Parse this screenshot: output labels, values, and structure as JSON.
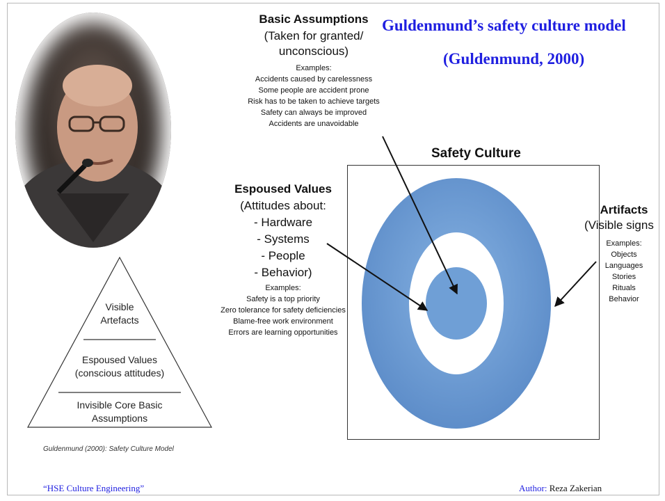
{
  "slide": {
    "title_line1": "Guldenmund’s safety culture model",
    "title_line2": "(Guldenmund, 2000)"
  },
  "photo": {
    "alt": ""
  },
  "pyramid": {
    "top": "Visible\nArtefacts",
    "middle": "Espoused Values\n(conscious attitudes)",
    "bottom": "Invisible Core Basic\nAssumptions",
    "caption": "Guldenmund (2000): Safety Culture Model"
  },
  "basic_assumptions": {
    "heading": "Basic Assumptions",
    "sub1": "(Taken for granted/",
    "sub2": "unconscious)",
    "examples_label": "Examples:",
    "examples": [
      "Accidents caused by carelessness",
      "Some people are accident prone",
      "Risk has to be taken to achieve targets",
      "Safety can always be improved",
      "Accidents are unavoidable"
    ]
  },
  "espoused_values": {
    "heading": "Espoused Values",
    "lines": [
      "(Attitudes about:",
      "- Hardware",
      "- Systems",
      "- People",
      "- Behavior)"
    ],
    "examples_label": "Examples:",
    "examples": [
      "Safety is a top priority",
      "Zero tolerance for safety deficiencies",
      "Blame-free work environment",
      "Errors are learning opportunities"
    ]
  },
  "artifacts": {
    "heading": "Artifacts",
    "sub": "(Visible signs",
    "examples_label": "Examples:",
    "examples": [
      "Objects",
      "Languages",
      "Stories",
      "Rituals",
      "Behavior"
    ]
  },
  "diagram": {
    "title": "Safety Culture",
    "ring_color": "#6f9fd6",
    "ring_color_dark": "#5a8ac7"
  },
  "footer": {
    "left": "“HSE Culture Engineering”",
    "right_label": "Author",
    "right_sep": ":",
    "right_name": " Reza Zakerian"
  }
}
